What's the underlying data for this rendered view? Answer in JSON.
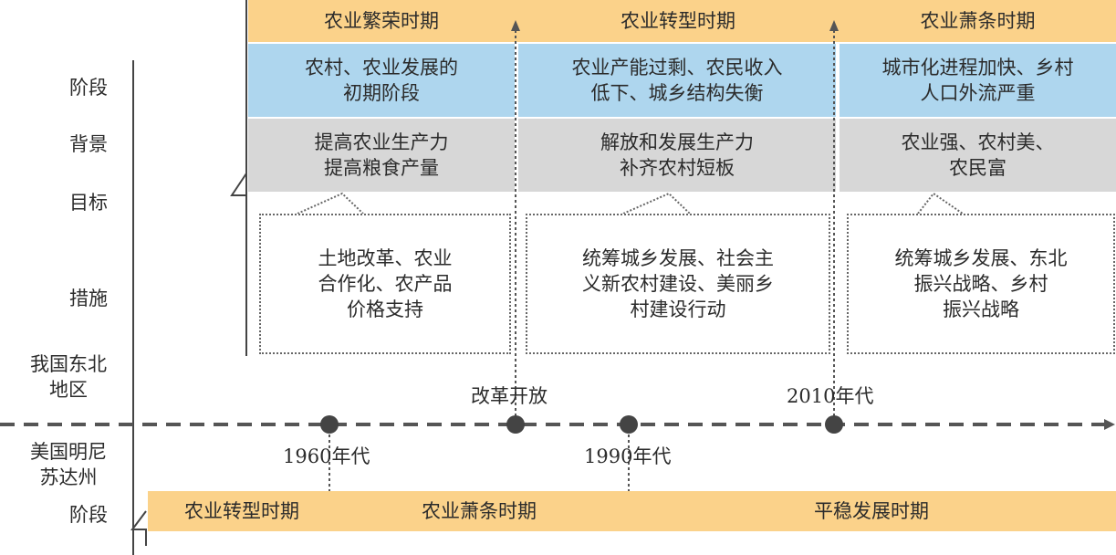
{
  "left_labels": {
    "stage": "阶段",
    "background": "背景",
    "goal": "目标",
    "measures": "措施",
    "china_ne": "我国东北\n地区",
    "mn": "美国明尼\n苏达州",
    "mn_stage": "阶段"
  },
  "china": {
    "periods": [
      "农业繁荣时期",
      "农业转型时期",
      "农业萧条时期"
    ],
    "backgrounds": [
      "农村、农业发展的\n初期阶段",
      "农业产能过剩、农民收入\n低下、城乡结构失衡",
      "城市化进程加快、乡村\n人口外流严重"
    ],
    "goals": [
      "提高农业生产力\n提高粮食产量",
      "解放和发展生产力\n补齐农村短板",
      "农业强、农村美、\n农民富"
    ],
    "measures": [
      "土地改革、农业\n合作化、农产品\n价格支持",
      "统筹城乡发展、社会主\n义新农村建设、美丽乡\n村建设行动",
      "统筹城乡发展、东北\n振兴战略、乡村\n振兴战略"
    ]
  },
  "timeline": {
    "above": [
      "改革开放",
      "2010年代"
    ],
    "below": [
      "1960年代",
      "1990年代"
    ]
  },
  "mn": {
    "periods": [
      "农业转型时期",
      "农业萧条时期",
      "平稳发展时期"
    ]
  },
  "colors": {
    "orange": "#fbd28a",
    "blue": "#aed6ee",
    "gray": "#d7d7d7",
    "line": "#444444"
  }
}
